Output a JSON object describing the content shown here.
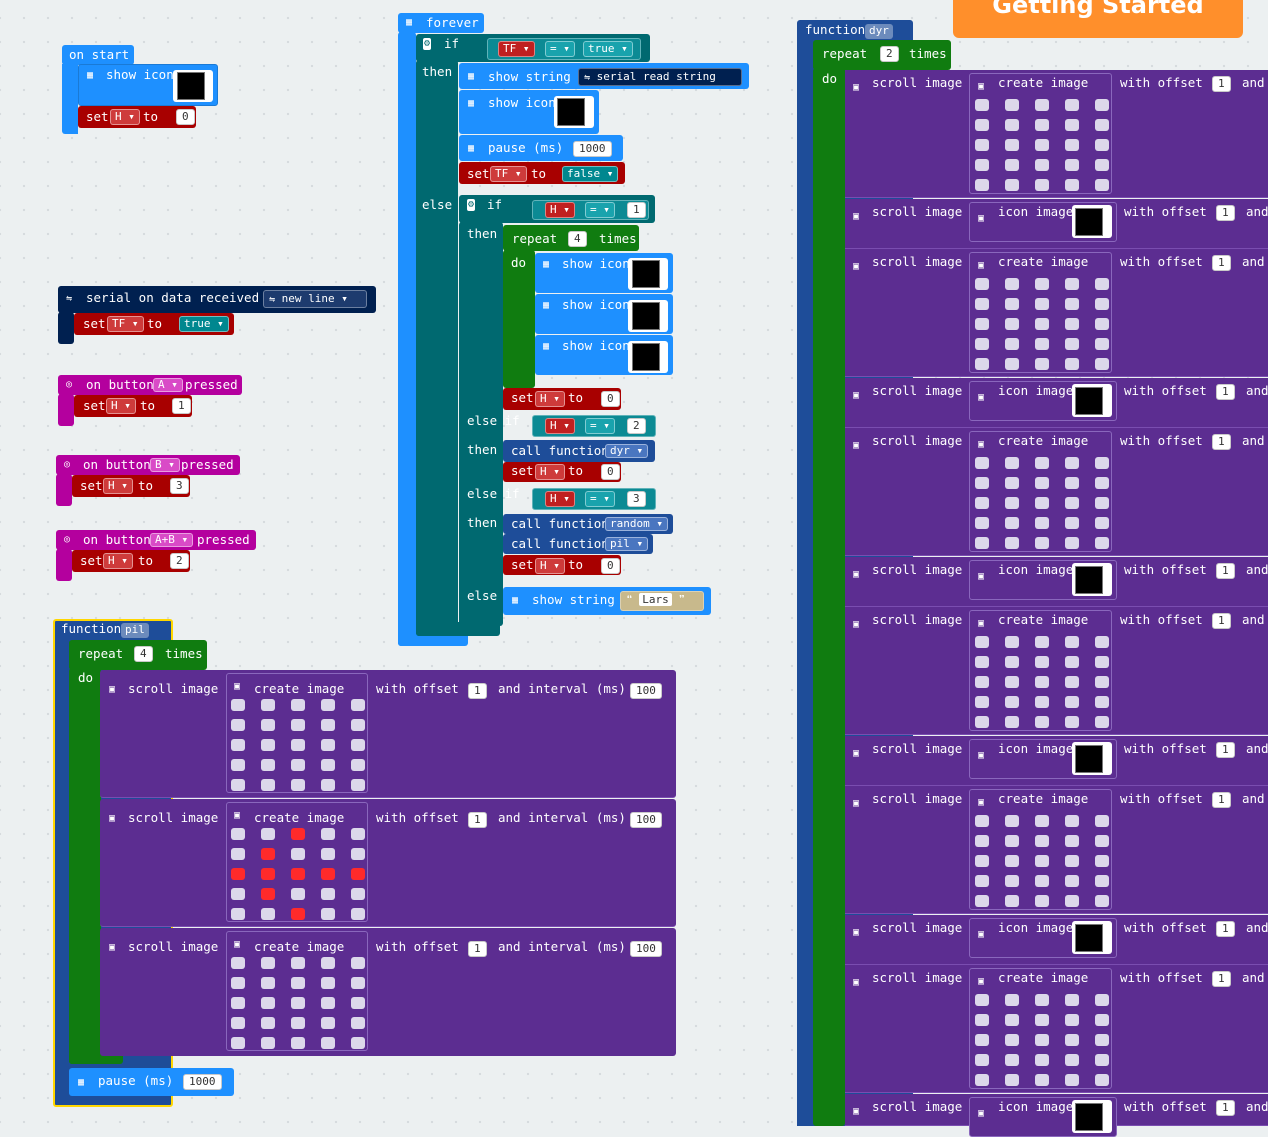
{
  "header": {
    "getting_started": "Getting Started"
  },
  "colors": {
    "basic": "#1e90ff",
    "loops": "#107c10",
    "logic": "#006970",
    "variables": "#a80000",
    "input": "#b4009e",
    "serial": "#002050",
    "images": "#5c2d91",
    "functions": "#1e4d99",
    "function_outline": "#ffd700"
  },
  "on_start": {
    "label": "on start",
    "show_icon": "show icon",
    "set": "set",
    "var": "H",
    "to": "to",
    "value": "0"
  },
  "serial_block": {
    "label": "serial on data received",
    "delimiter": "new line",
    "set": "set",
    "var": "TF",
    "to": "to",
    "value": "true"
  },
  "button_a": {
    "label_on": "on button",
    "button": "A",
    "label_pressed": "pressed",
    "set": "set",
    "var": "H",
    "to": "to",
    "value": "1"
  },
  "button_b": {
    "label_on": "on button",
    "button": "B",
    "label_pressed": "pressed",
    "set": "set",
    "var": "H",
    "to": "to",
    "value": "3"
  },
  "button_ab": {
    "label_on": "on button",
    "button": "A+B",
    "label_pressed": "pressed",
    "set": "set",
    "var": "H",
    "to": "to",
    "value": "2"
  },
  "forever": {
    "label": "forever",
    "if": "if",
    "then": "then",
    "else": "else",
    "else_if": "else if",
    "do": "do",
    "cond_var": "TF",
    "eq": "=",
    "cond_value": "true",
    "show_string": "show string",
    "serial_read": "serial read string",
    "show_icon": "show icon",
    "pause": "pause (ms)",
    "pause_value": "1000",
    "set": "set",
    "to": "to",
    "tf_var": "TF",
    "false_value": "false",
    "h_var": "H",
    "v1": "1",
    "repeat": "repeat",
    "repeat_n": "4",
    "times": "times",
    "zero": "0",
    "v2": "2",
    "v3": "3",
    "call_function": "call function",
    "fn_dyr": "dyr",
    "fn_random": "random",
    "fn_pil": "pil",
    "lars": "Lars"
  },
  "function_pil": {
    "label": "function",
    "name": "pil",
    "repeat": "repeat",
    "repeat_n": "4",
    "times": "times",
    "do": "do",
    "scroll_image": "scroll image",
    "create_image": "create image",
    "with_offset": "with offset",
    "offset": "1",
    "and_interval": "and interval (ms)",
    "interval": "100",
    "pause": "pause (ms)",
    "pause_value": "1000",
    "images": [
      [
        [
          0,
          0,
          0,
          0,
          0
        ],
        [
          0,
          0,
          0,
          0,
          0
        ],
        [
          0,
          0,
          0,
          0,
          0
        ],
        [
          0,
          0,
          0,
          0,
          0
        ],
        [
          0,
          0,
          0,
          0,
          0
        ]
      ],
      [
        [
          0,
          0,
          1,
          0,
          0
        ],
        [
          0,
          1,
          0,
          0,
          0
        ],
        [
          1,
          1,
          1,
          1,
          1
        ],
        [
          0,
          1,
          0,
          0,
          0
        ],
        [
          0,
          0,
          1,
          0,
          0
        ]
      ],
      [
        [
          0,
          0,
          0,
          0,
          0
        ],
        [
          0,
          0,
          0,
          0,
          0
        ],
        [
          0,
          0,
          0,
          0,
          0
        ],
        [
          0,
          0,
          0,
          0,
          0
        ],
        [
          0,
          0,
          0,
          0,
          0
        ]
      ]
    ]
  },
  "function_dyr": {
    "label": "function",
    "name": "dyr",
    "repeat": "repeat",
    "repeat_n": "2",
    "times": "times",
    "do": "do",
    "scroll_image": "scroll image",
    "create_image": "create image",
    "icon_image": "icon image",
    "with_offset": "with offset",
    "offset": "1",
    "and": "and"
  }
}
